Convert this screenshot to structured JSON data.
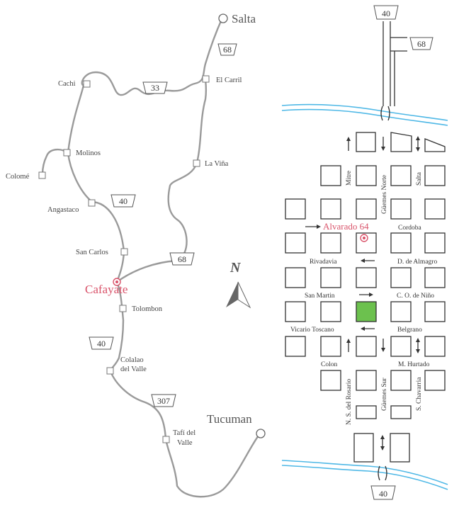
{
  "colors": {
    "road": "#9a9a9a",
    "highlight": "#d9536a",
    "river": "#4fb8e6",
    "plaza": "#6cc14e",
    "block_stroke": "#333333"
  },
  "regional_map": {
    "cities": [
      "Salta",
      "Tucuman"
    ],
    "towns": [
      "El Carril",
      "Cachi",
      "Molinos",
      "Colomé",
      "La Viña",
      "Angastaco",
      "San Carlos",
      "Tolombon",
      "Colalao",
      "del Valle",
      "Tafí del",
      "Valle"
    ],
    "highlight_town": "Cafayate",
    "route_shields": [
      "68",
      "33",
      "40",
      "68",
      "40",
      "307"
    ],
    "north_label": "N",
    "north_icon": "north-arrow-icon"
  },
  "town_map": {
    "route_shields": [
      "40",
      "68",
      "40"
    ],
    "destination_label": "Alvarado 64",
    "destination_icon": "target-icon",
    "streets_vertical": [
      "Mitre",
      "Güemes Norte",
      "Salta",
      "N. S. del Rosario",
      "Güemes Sur",
      "S. Chavarria"
    ],
    "streets_horizontal": {
      "row1": [
        "Alvarado 64",
        "Cordoba"
      ],
      "row2": [
        "Rivadavia",
        "D. de Almagro"
      ],
      "row3": [
        "San Martin",
        "C. O. de Niño"
      ],
      "row4": [
        "Vicario Toscano",
        "Belgrano"
      ],
      "row5": [
        "Colon",
        "M. Hurtado"
      ]
    },
    "plaza_icon": "plaza-square"
  }
}
